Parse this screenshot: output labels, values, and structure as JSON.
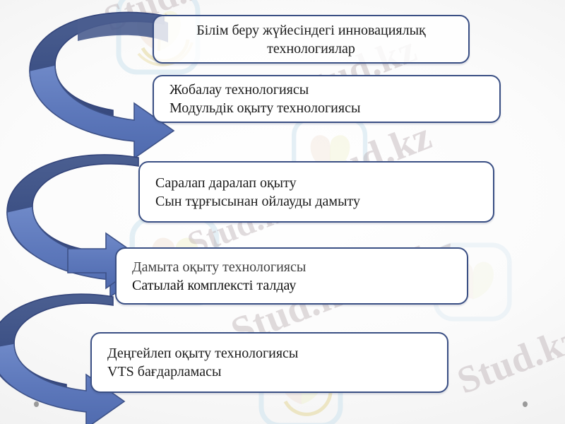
{
  "slide": {
    "title_text": "Білім беру жүйесіндегі инновациялық технологиялар",
    "watermark_text": "Stud.kz",
    "watermark_text_dash": "– Stud.kz",
    "watermark_logo_name": "butterfly-logo-watermark",
    "background_color": "#f4f4f4",
    "accent_dark": "#3d5080",
    "accent_light": "#5b76b8",
    "box_border_color": "#3a4f84",
    "dot_color": "#9a9a9a"
  },
  "boxes": [
    {
      "id": "box-1",
      "align": "center",
      "lines": [
        "Білім беру жүйесіндегі инновациялық",
        "технологиялар"
      ]
    },
    {
      "id": "box-2",
      "align": "left",
      "lines": [
        "Жобалау технологиясы",
        "Модульдік оқыту технологиясы"
      ]
    },
    {
      "id": "box-3",
      "align": "left",
      "lines": [
        "Саралап даралап оқыту",
        "Сын тұрғысынан ойлауды дамыту"
      ]
    },
    {
      "id": "box-4",
      "align": "left",
      "lines": [
        "Дамыта оқыту технологиясы",
        "Сатылай комплексті талдау"
      ]
    },
    {
      "id": "box-5",
      "align": "left",
      "lines": [
        "Деңгейлеп оқыту технологиясы",
        "VTS бағдарламасы"
      ]
    }
  ],
  "watermarks": {
    "texts": [
      "Stud.kz",
      "– Stud.kz",
      "Stud.kz",
      "Stud.kz",
      "Stud.kz",
      "Stud.kz",
      "Stud.kz"
    ]
  },
  "decor": {
    "dot_left_label": "decorative-dot-left",
    "dot_right_label": "decorative-dot-right"
  }
}
